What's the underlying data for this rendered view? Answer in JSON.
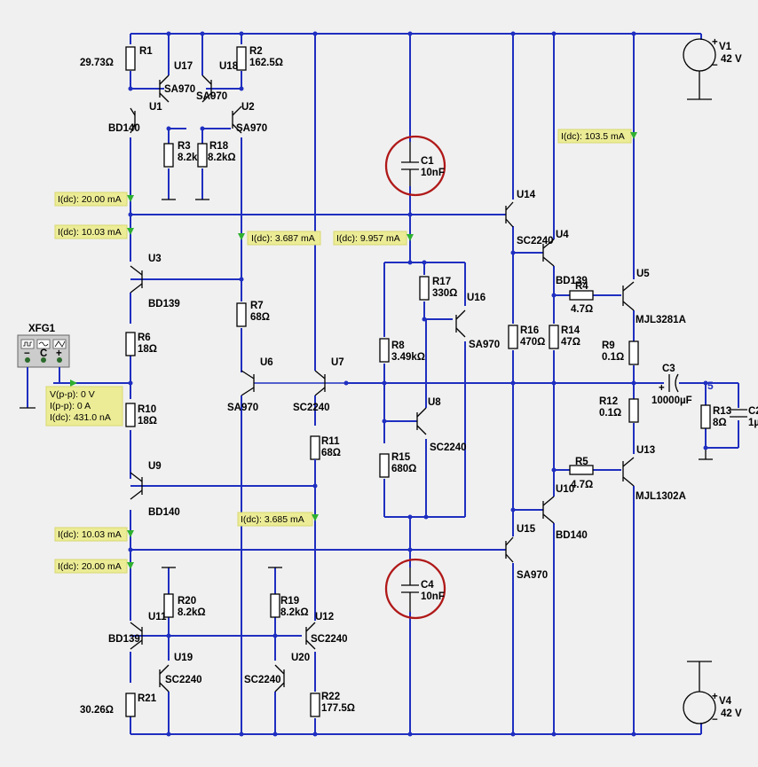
{
  "resistors": [
    {
      "ref": "R1",
      "value": "29.73Ω"
    },
    {
      "ref": "R2",
      "value": "162.5Ω"
    },
    {
      "ref": "R3",
      "value": "8.2kΩ"
    },
    {
      "ref": "R18",
      "value": "8.2kΩ"
    },
    {
      "ref": "R7",
      "value": "68Ω"
    },
    {
      "ref": "R6",
      "value": "18Ω"
    },
    {
      "ref": "R10",
      "value": "18Ω"
    },
    {
      "ref": "R11",
      "value": "68Ω"
    },
    {
      "ref": "R17",
      "value": "330Ω"
    },
    {
      "ref": "R8",
      "value": "3.49kΩ"
    },
    {
      "ref": "R15",
      "value": "680Ω"
    },
    {
      "ref": "R16",
      "value": "470Ω"
    },
    {
      "ref": "R14",
      "value": "47Ω"
    },
    {
      "ref": "R4",
      "value": "4.7Ω"
    },
    {
      "ref": "R5",
      "value": "4.7Ω"
    },
    {
      "ref": "R9",
      "value": "0.1Ω"
    },
    {
      "ref": "R12",
      "value": "0.1Ω"
    },
    {
      "ref": "R13",
      "value": "8Ω"
    },
    {
      "ref": "R20",
      "value": "8.2kΩ"
    },
    {
      "ref": "R19",
      "value": "8.2kΩ"
    },
    {
      "ref": "R21",
      "value": "30.26Ω"
    },
    {
      "ref": "R22",
      "value": "177.5Ω"
    }
  ],
  "transistors": [
    {
      "ref": "U17",
      "model": "SA970"
    },
    {
      "ref": "U18",
      "model": "SA970"
    },
    {
      "ref": "U1",
      "model": "BD140"
    },
    {
      "ref": "U2",
      "model": "SA970"
    },
    {
      "ref": "U3",
      "model": "BD139"
    },
    {
      "ref": "U6",
      "model": "SA970"
    },
    {
      "ref": "U7",
      "model": "SC2240"
    },
    {
      "ref": "U9",
      "model": "BD140"
    },
    {
      "ref": "U11",
      "model": "BD139"
    },
    {
      "ref": "U19",
      "model": "SC2240"
    },
    {
      "ref": "U12",
      "model": "SC2240"
    },
    {
      "ref": "U20",
      "model": "SC2240"
    },
    {
      "ref": "U14",
      "model": "SC2240"
    },
    {
      "ref": "U4",
      "model": "BD139"
    },
    {
      "ref": "U15",
      "model": "SA970"
    },
    {
      "ref": "U10",
      "model": "BD140"
    },
    {
      "ref": "U16",
      "model": "SA970"
    },
    {
      "ref": "U8",
      "model": "SC2240"
    },
    {
      "ref": "U5",
      "model": "MJL3281A"
    },
    {
      "ref": "U13",
      "model": "MJL1302A"
    }
  ],
  "capacitors": [
    {
      "ref": "C1",
      "value": "10nF"
    },
    {
      "ref": "C4",
      "value": "10nF"
    },
    {
      "ref": "C3",
      "value": "10000µF"
    },
    {
      "ref": "C2",
      "value": "1µ"
    }
  ],
  "sources": [
    {
      "ref": "V1",
      "value": "42 V"
    },
    {
      "ref": "V4",
      "value": "42 V"
    }
  ],
  "function_generator": {
    "ref": "XFG1"
  },
  "probes": [
    {
      "text": "I(dc): 20.00 mA"
    },
    {
      "text": "I(dc): 10.03 mA"
    },
    {
      "text": "I(dc): 3.687 mA"
    },
    {
      "text": "I(dc): 9.957 mA"
    },
    {
      "text": "I(dc): 103.5 mA"
    },
    {
      "text": "I(dc): 3.685 mA"
    },
    {
      "text": "I(dc): 10.03 mA"
    },
    {
      "text": "I(dc): 20.00 mA"
    }
  ],
  "input_probe": {
    "line1": "V(p-p): 0 V",
    "line2": "I(p-p): 0 A",
    "line3": "I(dc): 431.0 nA"
  },
  "output_node": "5",
  "colors": {
    "wire": "#1f2fc0",
    "probe_fill": "#ecec96",
    "highlight_ring": "#b01818",
    "arrow": "#2fb030",
    "background": "#f0f0f0"
  }
}
